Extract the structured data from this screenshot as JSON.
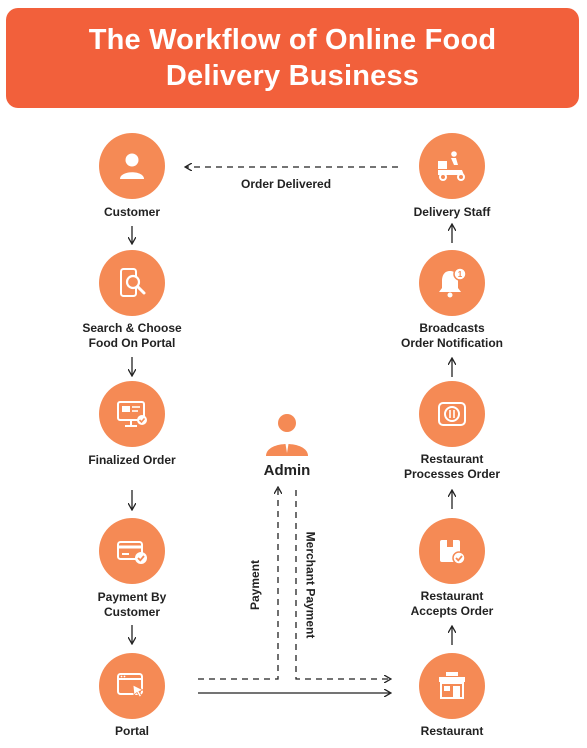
{
  "title": "The Workflow of Online Food Delivery Business",
  "nodes": {
    "customer": "Customer",
    "search": "Search & Choose\nFood On Portal",
    "finalized": "Finalized Order",
    "payment": "Payment By\nCustomer",
    "portal": "Portal",
    "delivery": "Delivery Staff",
    "broadcasts": "Broadcasts\nOrder Notification",
    "processes": "Restaurant\nProcesses Order",
    "accepts": "Restaurant\nAccepts Order",
    "restaurant": "Restaurant",
    "admin": "Admin"
  },
  "edges": {
    "order_delivered": "Order Delivered",
    "payment": "Payment",
    "merchant_payment": "Merchant Payment"
  },
  "colors": {
    "banner": "#f2603b",
    "node": "#f58a55",
    "admin_icon": "#f58a55"
  },
  "icons": {
    "customer": "user-icon",
    "search": "phone-search-icon",
    "finalized": "monitor-order-icon",
    "payment": "card-check-icon",
    "portal": "browser-cursor-icon",
    "delivery": "scooter-rider-icon",
    "broadcasts": "bell-notification-icon",
    "processes": "cooking-pot-icon",
    "accepts": "package-check-icon",
    "restaurant": "storefront-icon",
    "admin": "admin-user-icon"
  }
}
